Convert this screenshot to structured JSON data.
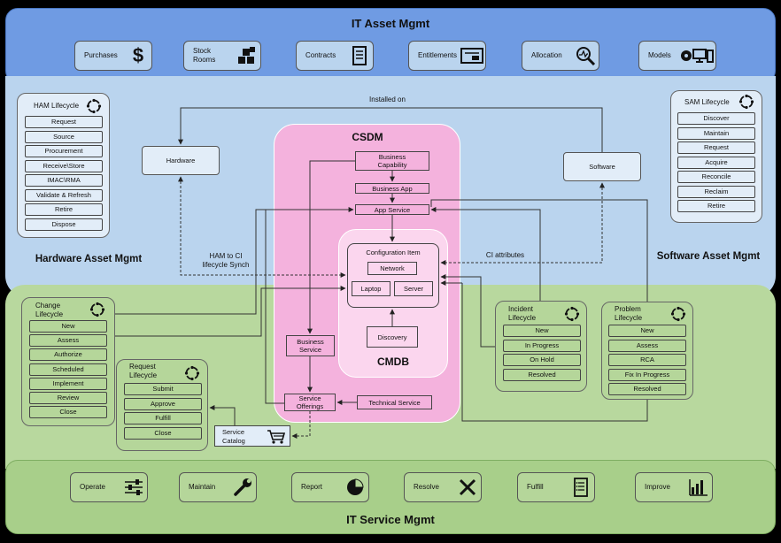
{
  "top": {
    "title": "IT Asset Mgmt",
    "tiles": [
      {
        "label": "Purchases",
        "icon": "dollar-icon"
      },
      {
        "label": "Stock\nRooms",
        "icon": "boxes-icon"
      },
      {
        "label": "Contracts",
        "icon": "contract-icon"
      },
      {
        "label": "Entitlements",
        "icon": "id-card-icon"
      },
      {
        "label": "Allocation",
        "icon": "magnifier-chart-icon"
      },
      {
        "label": "Models",
        "icon": "devices-icon"
      }
    ]
  },
  "ham": {
    "section_title": "Hardware Asset Mgmt",
    "lifecycle_title": "HAM Lifecycle",
    "items": [
      "Request",
      "Source",
      "Procurement",
      "Receive\\Store",
      "IMAC\\RMA",
      "Validate & Refresh",
      "Retire",
      "Dispose"
    ]
  },
  "sam": {
    "section_title": "Software Asset Mgmt",
    "lifecycle_title": "SAM Lifecycle",
    "items": [
      "Discover",
      "Maintain",
      "Request",
      "Acquire",
      "Reconcile",
      "Reclaim",
      "Retire"
    ]
  },
  "middle": {
    "installed_on": "Installed on",
    "hardware": "Hardware",
    "software": "Software",
    "ham_to_ci": "HAM to CI\nlifecycle Synch",
    "ci_attributes": "CI attributes"
  },
  "csdm": {
    "title": "CSDM",
    "business_capability": "Business\nCapability",
    "business_app": "Business App",
    "app_service": "App Service",
    "business_service": "Business\nService",
    "service_offerings": "Service\nOfferings",
    "technical_service": "Technical Service"
  },
  "cmdb": {
    "title": "CMDB",
    "configuration_item": "Configuration Item",
    "network": "Network",
    "laptop": "Laptop",
    "server": "Server",
    "discovery": "Discovery"
  },
  "change": {
    "title": "Change\nLifecycle",
    "items": [
      "New",
      "Assess",
      "Authorize",
      "Scheduled",
      "Implement",
      "Review",
      "Close"
    ]
  },
  "request": {
    "title": "Request\nLifecycle",
    "items": [
      "Submit",
      "Approve",
      "Fulfill",
      "Close"
    ]
  },
  "service_catalog": {
    "label": "Service\nCatalog"
  },
  "incident": {
    "title": "Incident\nLifecycle",
    "items": [
      "New",
      "In Progress",
      "On Hold",
      "Resolved"
    ]
  },
  "problem": {
    "title": "Problem\nLifecycle",
    "items": [
      "New",
      "Assess",
      "RCA",
      "Fix In Progress",
      "Resolved"
    ]
  },
  "bottom": {
    "title": "IT Service Mgmt",
    "tiles": [
      {
        "label": "Operate",
        "icon": "sliders-icon"
      },
      {
        "label": "Maintain",
        "icon": "wrench-icon"
      },
      {
        "label": "Report",
        "icon": "pie-chart-icon"
      },
      {
        "label": "Resolve",
        "icon": "tools-icon"
      },
      {
        "label": "Fulfill",
        "icon": "checklist-icon"
      },
      {
        "label": "Improve",
        "icon": "bar-chart-icon"
      }
    ]
  },
  "colors": {
    "top_band": "#6f9be3",
    "middle_band": "#bad4ee",
    "bottom_band": "#b8d89e",
    "bottom_strip": "#a8cf8a",
    "csdm_fill": "#f4b2dd",
    "cmdb_fill": "#fbd6ee",
    "lifecycle_fill": "#b5d69a",
    "ham_fill": "#e2edf8"
  }
}
